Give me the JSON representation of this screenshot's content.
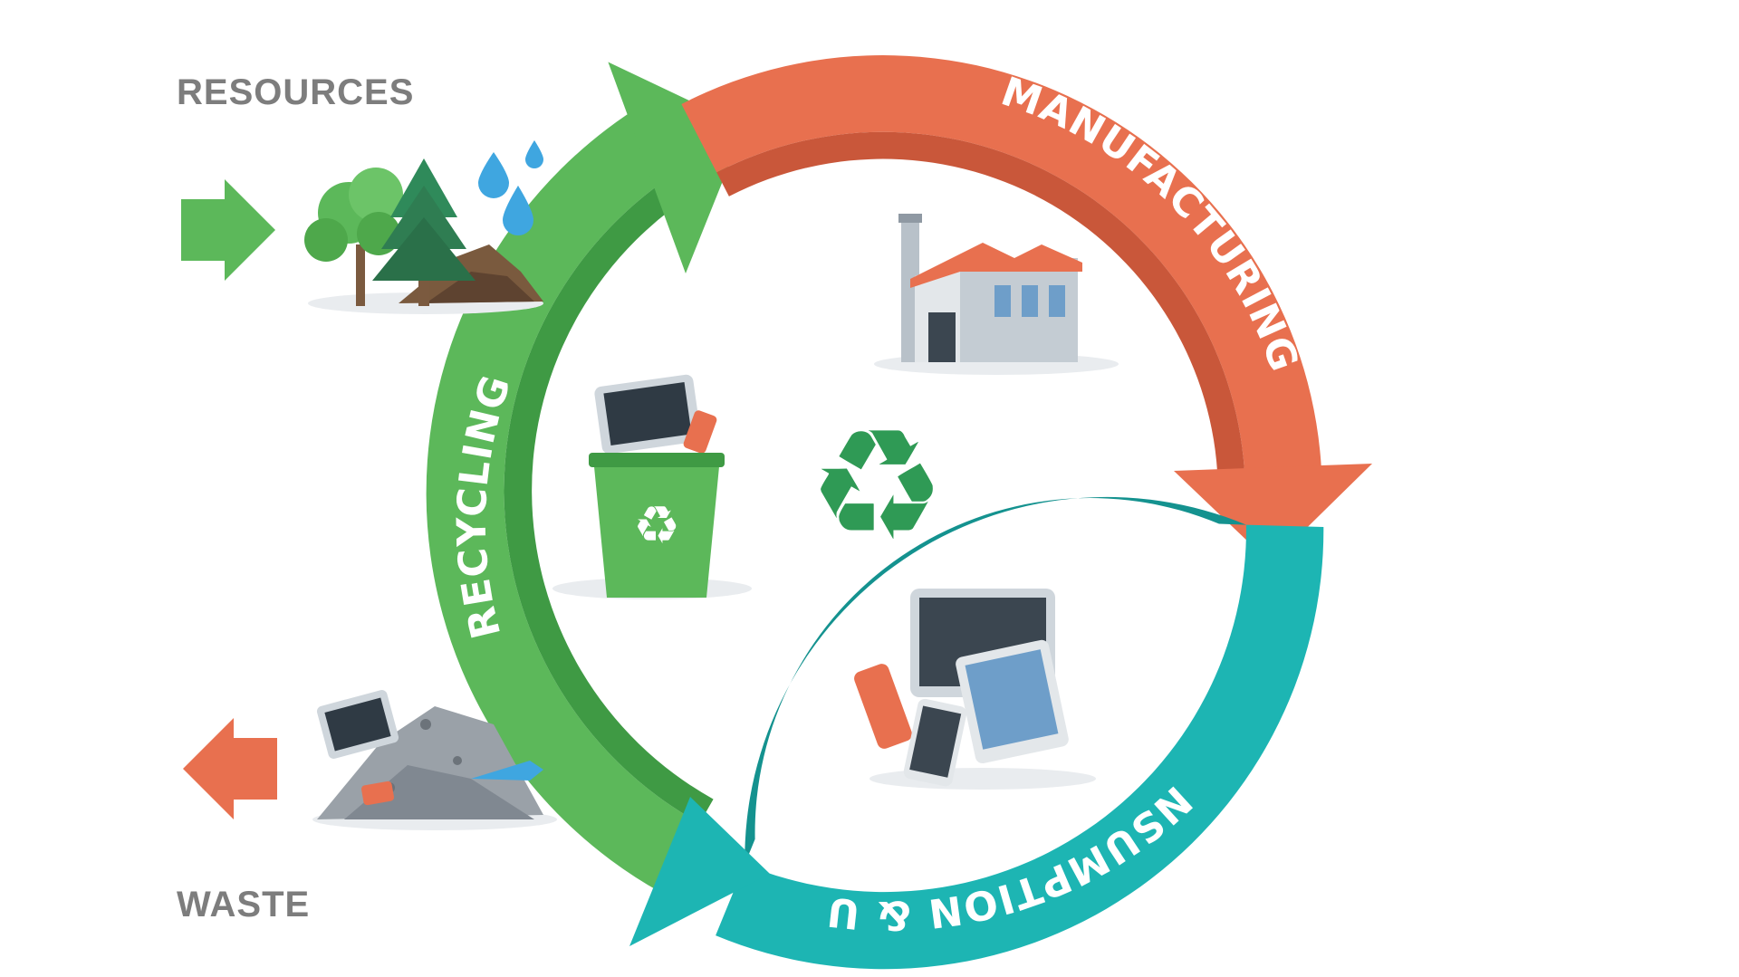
{
  "labels": {
    "resources": "RESOURCES",
    "waste": "WASTE",
    "manufacturing": "MANUFACTURING",
    "consumption": "CONSUMPTION & USE",
    "recycling": "RECYCLING"
  },
  "colors": {
    "manufacturing": "#e8704f",
    "manufacturing_dark": "#c9573a",
    "consumption": "#1db5b3",
    "consumption_dark": "#14928f",
    "recycling": "#5cb85a",
    "recycling_dark": "#3f9a44",
    "side_label": "#7d7d7d",
    "resources_arrow": "#5cb85a",
    "waste_arrow": "#e8704f"
  },
  "icons": {
    "resources": "trees-water-soil-icon",
    "waste": "waste-pile-icon",
    "factory": "factory-icon",
    "recycle_bin": "recycle-bin-icon",
    "recycle_symbol": "recycle-symbol-icon",
    "devices": "devices-icon"
  }
}
